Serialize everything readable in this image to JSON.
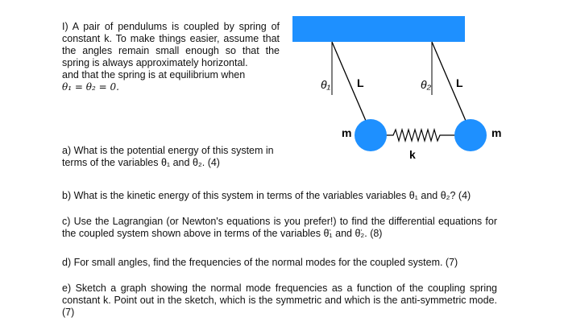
{
  "problem": {
    "intro_line1": "I) A pair of pendulums is coupled by spring of constant k.  To make things easier, assume that the angles remain small enough so that the spring is always approximately horizontal.",
    "intro_line2": "and that the spring is at equilibrium when",
    "intro_eq": "θ₁ = θ₂ = 0."
  },
  "diagram": {
    "ceiling_color": "#1e90ff",
    "bob_color": "#1e90ff",
    "theta1": "θ₁",
    "theta2": "θ₂",
    "length_label_left": "L",
    "length_label_right": "L",
    "mass_left": "m",
    "mass_right": "m",
    "spring_label": "k"
  },
  "questions": {
    "a": "a) What is the potential energy of this system in terms of the variables θ₁ and θ₂. (4)",
    "b": "b) What is the kinetic energy of this system in terms of the variables variables θ₁ and θ₂? (4)",
    "c": "c) Use the Lagrangian (or Newton's equations is you prefer!) to find the differential equations for the coupled system shown above in terms of the variables θ̈₁ and θ̈₂. (8)",
    "d": "d) For small angles, find the frequencies of the normal modes for the coupled system. (7)",
    "e": "e) Sketch a graph showing the normal mode frequencies as a function of the coupling spring constant k. Point out in the sketch, which is the symmetric and which is the anti-symmetric mode. (7)"
  }
}
